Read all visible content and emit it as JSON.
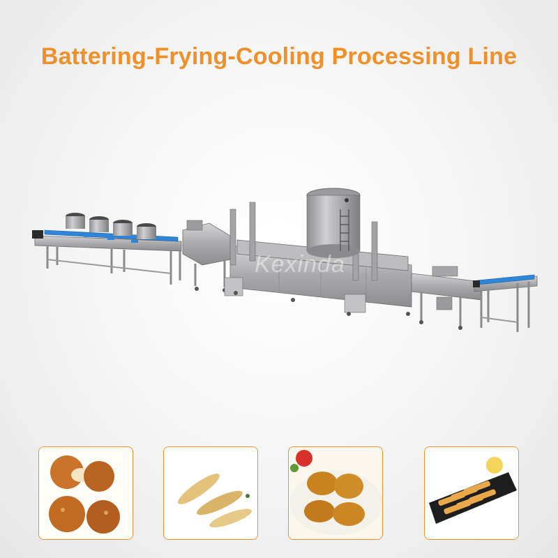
{
  "title": "Battering-Frying-Cooling Processing Line",
  "watermark": "Kexinda",
  "colors": {
    "accent": "#f0902a",
    "steel": "#b9b9bb",
    "belt": "#2f86d9"
  },
  "product_images": [
    {
      "name": "cheese-balls-photo"
    },
    {
      "name": "fried-rolls-photo"
    },
    {
      "name": "chicken-nuggets-photo"
    },
    {
      "name": "fried-sticks-photo"
    }
  ]
}
